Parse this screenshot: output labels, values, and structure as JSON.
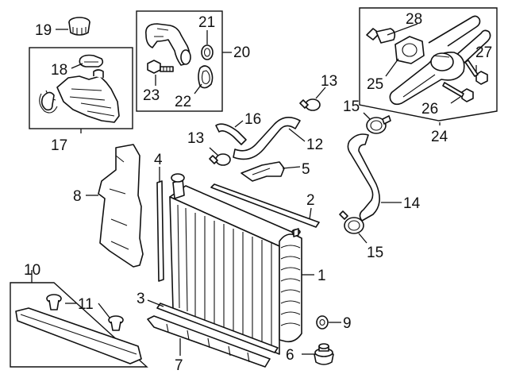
{
  "callouts": {
    "c1": "1",
    "c2": "2",
    "c3": "3",
    "c4": "4",
    "c5": "5",
    "c6": "6",
    "c7": "7",
    "c8": "8",
    "c9": "9",
    "c10": "10",
    "c11": "11",
    "c12": "12",
    "c13a": "13",
    "c13b": "13",
    "c14": "14",
    "c15a": "15",
    "c15b": "15",
    "c16": "16",
    "c17": "17",
    "c18": "18",
    "c19": "19",
    "c20": "20",
    "c21": "21",
    "c22": "22",
    "c23": "23",
    "c24": "24",
    "c25": "25",
    "c26": "26",
    "c27": "27",
    "c28": "28"
  },
  "colors": {
    "line": "#111111",
    "background": "#ffffff"
  }
}
